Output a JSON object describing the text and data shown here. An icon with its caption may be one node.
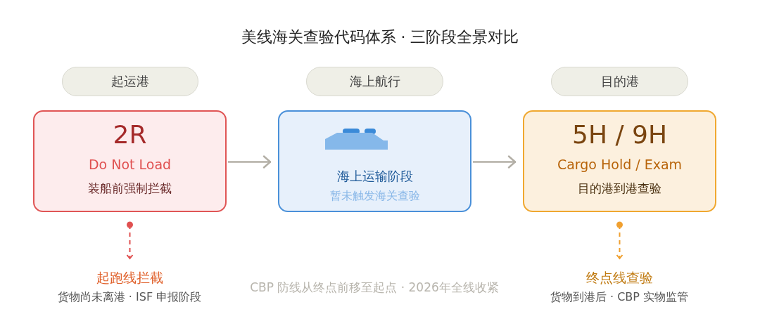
{
  "diagram": {
    "title": "美线海关查验代码体系 · 三阶段全景对比",
    "nodes": [
      {
        "text": [
          "起运港"
        ]
      },
      {
        "text": [
          "海上航行"
        ]
      },
      {
        "text": [
          "目的港"
        ]
      },
      {
        "text": [
          "2R",
          "Do Not Load",
          "装船前强制拦截"
        ]
      },
      {
        "text": [
          "海上运输阶段",
          "暂未触发海关查验"
        ]
      },
      {
        "text": [
          "5H / 9H",
          "Cargo Hold / Exam",
          "目的港到港查验"
        ]
      },
      {
        "text": [
          "起跑线拦截",
          "货物尚未离港 · ISF 申报阶段"
        ]
      },
      {
        "text": [
          "终点线查验",
          "货物到港后 · CBP 实物监管"
        ]
      }
    ],
    "edges": [
      {
        "from": 3,
        "to": 4,
        "arrow": "to"
      },
      {
        "from": 4,
        "to": 5,
        "arrow": "to"
      },
      {
        "from": 3,
        "to": 6,
        "arrow": "to",
        "style": "dashed",
        "color": "#e05050"
      },
      {
        "from": 5,
        "to": 7,
        "arrow": "to",
        "style": "dashed",
        "color": "#f0a030"
      }
    ],
    "labels": [
      "CBP 防线从终点前移至起点 · 2026年全线收紧"
    ]
  }
}
